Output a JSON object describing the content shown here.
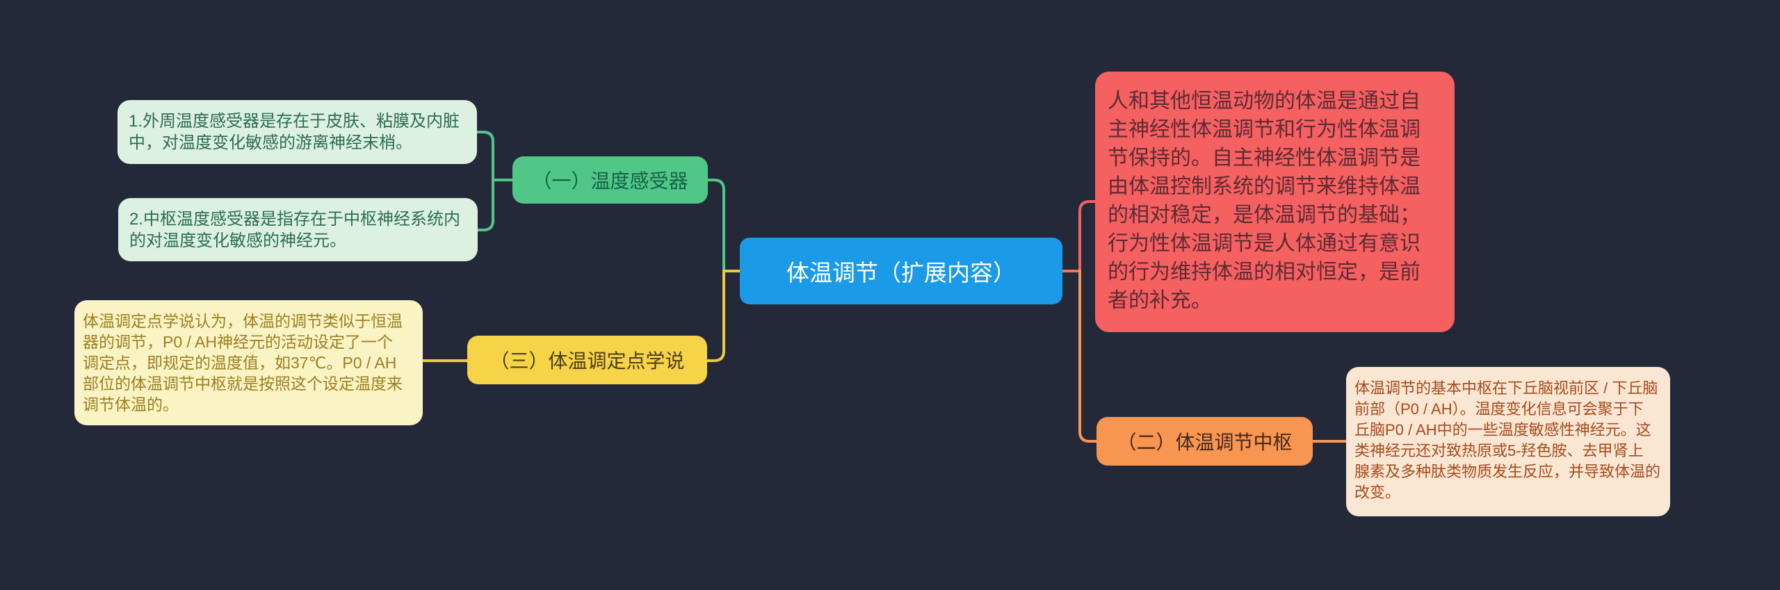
{
  "colors": {
    "background": "#232938",
    "root_bg": "#1B9AE8",
    "root_text": "#FFFFFF",
    "green_node_bg": "#50C787",
    "green_node_text": "#176146",
    "green_note_bg": "#DDF1E1",
    "green_note_text": "#2C6E4D",
    "yellow_node_bg": "#F7D348",
    "yellow_node_text": "#4D3F1C",
    "yellow_note_bg": "#FAF3C3",
    "yellow_note_text": "#9C7F22",
    "red_note_bg": "#F56061",
    "red_note_text": "#5E2B33",
    "orange_node_bg": "#F79551",
    "orange_node_text": "#45291A",
    "orange_note_bg": "#FAE7D3",
    "orange_note_text": "#A54B1E",
    "connector_green": "#50C787",
    "connector_yellow": "#EFC93F",
    "connector_red": "#F56061",
    "connector_orange": "#F79551"
  },
  "root": {
    "label": "体温调节（扩展内容）"
  },
  "branches": {
    "receptors": {
      "label": "（一）温度感受器",
      "notes": {
        "peripheral": "1.外周温度感受器是存在于皮肤、粘膜及内脏\n中，对温度变化敏感的游离神经末梢。",
        "central": "2.中枢温度感受器是指存在于中枢神经系统内\n的对温度变化敏感的神经元。"
      }
    },
    "setpoint": {
      "label": "（三）体温调定点学说",
      "note": "体温调定点学说认为，体温的调节类似于恒温\n器的调节，P0 / AH神经元的活动设定了一个\n调定点，即规定的温度值，如37℃。P0 / AH\n部位的体温调节中枢就是按照这个设定温度来\n调节体温的。"
    },
    "overview": {
      "note": "人和其他恒温动物的体温是通过自\n主神经性体温调节和行为性体温调\n节保持的。自主神经性体温调节是\n由体温控制系统的调节来维持体温\n的相对稳定，是体温调节的基础；\n行为性体温调节是人体通过有意识\n的行为维持体温的相对恒定，是前\n者的补充。"
    },
    "center": {
      "label": "（二）体温调节中枢",
      "note": "体温调节的基本中枢在下丘脑视前区 / 下丘脑\n前部（P0 / AH）。温度变化信息可会聚于下\n丘脑P0 / AH中的一些温度敏感性神经元。这\n类神经元还对致热原或5-羟色胺、去甲肾上\n腺素及多种肽类物质发生反应，并导致体温的\n改变。"
    }
  }
}
